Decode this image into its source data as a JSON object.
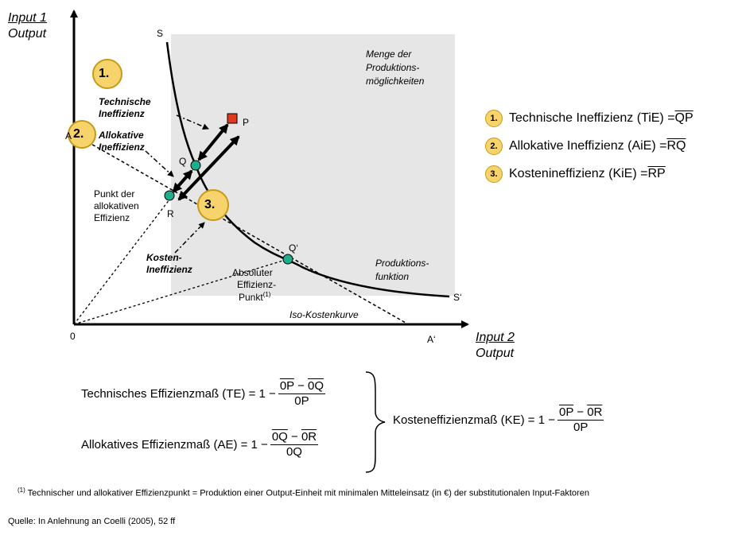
{
  "axes": {
    "y_label_top": "Input 1",
    "y_label_bottom": "Output",
    "x_label_top": "Input 2",
    "x_label_bottom": "Output",
    "origin": "0"
  },
  "region_label": [
    "Menge der",
    "Produktions-",
    "möglichkeiten"
  ],
  "points": {
    "S": "S",
    "S_prime": "S‘",
    "A": "A",
    "A_prime": "A‘",
    "P": "P",
    "Q": "Q",
    "Q_prime": "Q‘",
    "R": "R"
  },
  "badges": {
    "b1": "1.",
    "b2": "2.",
    "b3": "3."
  },
  "annotations": {
    "tech": [
      "Technische",
      "Ineffizienz"
    ],
    "alloc": [
      "Allokative",
      "Ineffizienz"
    ],
    "kosten": [
      "Kosten-",
      "Ineffizienz"
    ],
    "punkt": [
      "Punkt der",
      "allokativen",
      "Effizienz"
    ],
    "absolut": [
      "Absoluter",
      "Effizienz-",
      "Punkt"
    ],
    "absolut_sup": "(1)",
    "prodfunk": [
      "Produktions-",
      "funktion"
    ],
    "isokosten": "Iso-Kostenkurve"
  },
  "legend": [
    {
      "badge": "1.",
      "text": "Technische Ineffizienz (TiE) = ",
      "seg": "QP"
    },
    {
      "badge": "2.",
      "text": "Allokative Ineffizienz (AiE) = ",
      "seg": "RQ"
    },
    {
      "badge": "3.",
      "text": "Kostenineffizienz (KiE) = ",
      "seg": "RP"
    }
  ],
  "formulas": {
    "te_label": "Technisches Effizienzmaß (TE) = 1 −",
    "te_num_a": "0P",
    "te_minus": " − ",
    "te_num_b": "0Q",
    "te_den": "0P",
    "ae_label": "Allokatives Effizienzmaß (AE) = 1 −",
    "ae_num_a": "0Q",
    "ae_minus": " − ",
    "ae_num_b": "0R",
    "ae_den": "0Q",
    "ke_label": "Kosteneffizienzmaß (KE) = 1 −",
    "ke_num_a": "0P",
    "ke_minus": " − ",
    "ke_num_b": "0R",
    "ke_den": "0P"
  },
  "footnote_mark": "(1)",
  "footnote": "Technischer und allokativer Effizienzpunkt = Produktion einer Output-Einheit mit minimalen Mitteleinsatz (in €) der substitutionalen Input-Faktoren",
  "source": "Quelle: In Anlehnung an Coelli (2005), 52 ff",
  "colors": {
    "region": "#e6e6e6",
    "point": "#1fae8c",
    "badge": "#f6d36b",
    "badge_border": "#c89a1a",
    "P": "#e03a1e"
  }
}
